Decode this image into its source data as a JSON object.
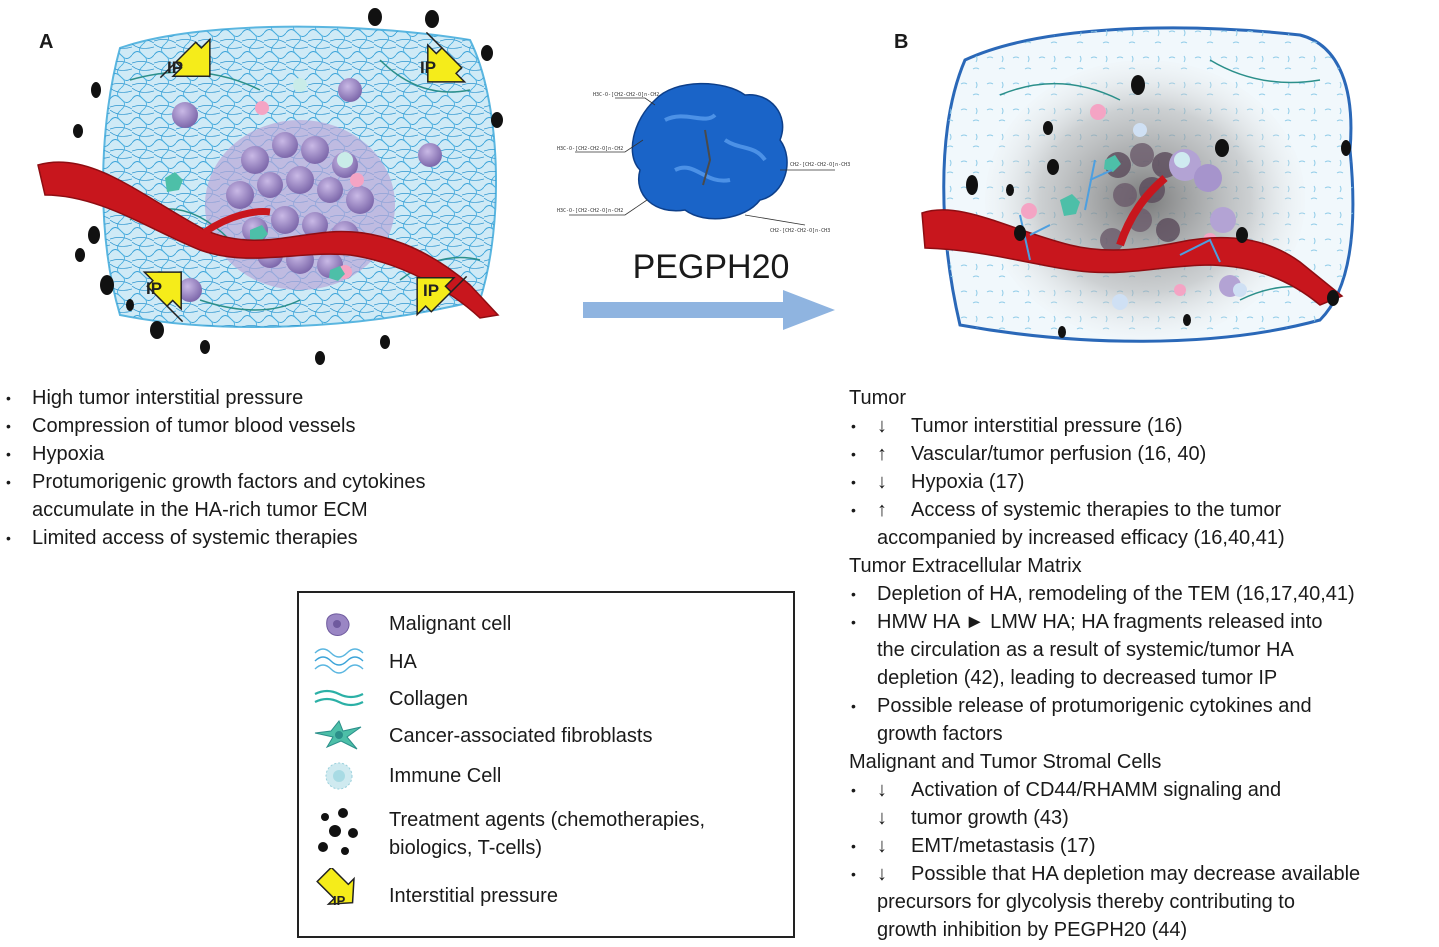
{
  "panels": {
    "a_label": "A",
    "b_label": "B"
  },
  "ip_label": "IP",
  "drug_name": "PEGPH20",
  "chem_labels": [
    "H3C-O-[CH2-CH2-O]n-CH2",
    "H3C-O-[CH2-CH2-O]n-CH2",
    "H3C-O-[CH2-CH2-O]n-CH2",
    "CH2-[CH2-CH2-O]n-CH3",
    "CH2-[CH2-CH2-O]n-CH3"
  ],
  "left_bullets": [
    {
      "text": "High tumor interstitial pressure",
      "cont": false
    },
    {
      "text": "Compression of tumor blood vessels",
      "cont": false
    },
    {
      "text": "Hypoxia",
      "cont": false
    },
    {
      "text": "Protumorigenic growth factors and cytokines",
      "cont": false
    },
    {
      "text": "accumulate in the HA-rich tumor ECM",
      "cont": true
    },
    {
      "text": "Limited access of systemic therapies",
      "cont": false
    }
  ],
  "right_sections": [
    {
      "heading": "Tumor",
      "rows": [
        {
          "arrow": "↓",
          "text": "Tumor interstitial pressure (16)",
          "cont": false
        },
        {
          "arrow": "↑",
          "text": "Vascular/tumor perfusion (16, 40)",
          "cont": false
        },
        {
          "arrow": "↓",
          "text": "Hypoxia (17)",
          "cont": false
        },
        {
          "arrow": "↑",
          "text": "Access of systemic therapies to the tumor",
          "cont": false
        },
        {
          "arrow": "",
          "text": "accompanied by increased efficacy (16,40,41)",
          "cont": true
        }
      ]
    },
    {
      "heading": "Tumor Extracellular Matrix",
      "rows": [
        {
          "arrow": "",
          "text": "Depletion of HA, remodeling of the TEM (16,17,40,41)",
          "cont": false
        },
        {
          "arrow": "",
          "text": "HMW HA ► LMW HA; HA fragments released into",
          "cont": false
        },
        {
          "arrow": "",
          "text": "the circulation as a result of systemic/tumor HA",
          "cont": true
        },
        {
          "arrow": "",
          "text": "depletion (42), leading to decreased tumor IP",
          "cont": true
        },
        {
          "arrow": "",
          "text": "Possible release of protumorigenic cytokines and",
          "cont": false
        },
        {
          "arrow": "",
          "text": "growth factors",
          "cont": true
        }
      ]
    },
    {
      "heading": "Malignant and Tumor Stromal Cells",
      "rows": [
        {
          "arrow": "↓",
          "text": "Activation of CD44/RHAMM signaling and",
          "cont": false
        },
        {
          "arrow": "↓",
          "text": "tumor growth (43)",
          "cont": true
        },
        {
          "arrow": "↓",
          "text": "EMT/metastasis (17)",
          "cont": false
        },
        {
          "arrow": "↓",
          "text": "Possible that HA depletion may decrease available",
          "cont": false
        },
        {
          "arrow": "",
          "text": "precursors for glycolysis thereby contributing to",
          "cont": true
        },
        {
          "arrow": "",
          "text": "growth inhibition by PEGPH20 (44)",
          "cont": true
        }
      ]
    }
  ],
  "legend": {
    "malignant_cell": "Malignant cell",
    "ha": "HA",
    "collagen": "Collagen",
    "fibroblasts": "Cancer-associated fibroblasts",
    "immune_cell": "Immune Cell",
    "treatment_line1": "Treatment agents (chemotherapies,",
    "treatment_line2": "biologics, T-cells)",
    "interstitial_pressure": "Interstitial pressure"
  },
  "colors": {
    "ha_blue": "#5ab6e0",
    "vessel_red": "#c8161d",
    "ip_yellow": "#f5ec1a",
    "malignant_purple": "#9a86c4",
    "protein_blue": "#1a64c8",
    "transition_arrow": "#8fb4e0",
    "agent_black": "#111111"
  }
}
